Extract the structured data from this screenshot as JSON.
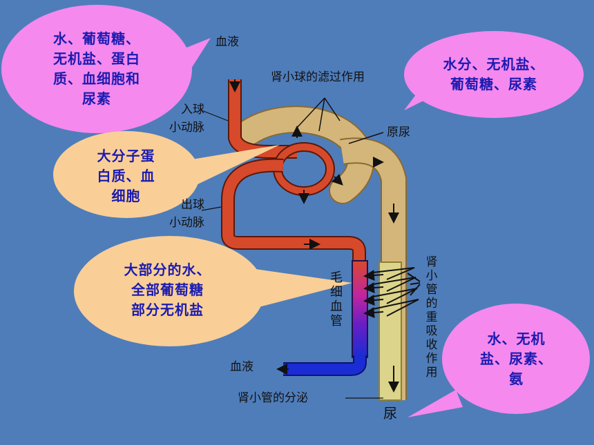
{
  "callouts": {
    "top_left": "水、葡萄糖、\n无机盐、蛋白\n质、血细胞和\n尿素",
    "top_right": "水分、无机盐、\n葡萄糖、尿素",
    "macromolecules": "大分子蛋\n白质、血\n细胞",
    "reabsorption": "大部分的水、\n全部葡萄糖\n部分无机盐",
    "bottom_right": "水、无机\n盐、尿素、\n氨"
  },
  "labels": {
    "blood_in": "血液",
    "glomerular_filtration": "肾小球的滤过作用",
    "afferent_line1": "入球",
    "afferent_line2": "小动脉",
    "primary_urine": "原尿",
    "efferent_line1": "出球",
    "efferent_line2": "小动脉",
    "capillary": "毛细血管",
    "tubular_reabsorption": "肾小管的重吸收作用",
    "blood_out": "血液",
    "tubular_secretion": "肾小管的分泌",
    "urine": "尿"
  },
  "colors": {
    "background": "#4f7dba",
    "pink_bubble": "#f589ee",
    "peach_bubble": "#f9cf97",
    "callout_text": "#1b1bb0",
    "arterial_vessel": "#d7492b",
    "venous_vessel": "#1a2cd4",
    "tubule": "#d4b67a",
    "collecting_duct": "#dcd48a"
  }
}
